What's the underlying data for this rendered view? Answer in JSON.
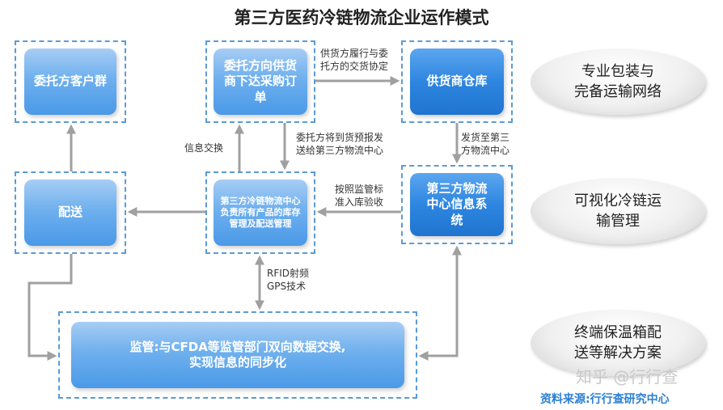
{
  "title": "第三方医药冷链物流企业运作模式",
  "boxes": {
    "client_group": "委托方客户群",
    "purchase_order": "委托方向供货商下达采购订单",
    "supplier_warehouse": "供货商仓库",
    "delivery": "配送",
    "inventory_mgmt": "第三方冷链物流中心负责所有产品的库存管理及配送管理",
    "info_system": "第三方物流中心信息系统",
    "supervision_line1": "监管:与CFDA等监管部门双向数据交换,",
    "supervision_line2": "实现信息的同步化"
  },
  "notes": {
    "supply_agreement_1": "供货方履行与委",
    "supply_agreement_2": "托方的交货协定",
    "info_exchange": "信息交换",
    "forecast_1": "委托方将到货预报发",
    "forecast_2": "送给第三方物流中心",
    "ship_to_1": "发货至第三",
    "ship_to_2": "方物流中心",
    "inspect_1": "按照监管标",
    "inspect_2": "准入库验收",
    "rfid": "RFID射频",
    "gps": "GPS技术"
  },
  "features": [
    {
      "line1": "专业包装与",
      "line2": "完备运输网络"
    },
    {
      "line1": "可视化冷链运",
      "line2": "输管理"
    },
    {
      "line1": "终端保温箱配",
      "line2": "送等解决方案"
    }
  ],
  "watermark": "知乎 @行行查",
  "source": "资料来源:行行查研究中心",
  "colors": {
    "frame": "#5b9bd5",
    "box_light": "#6fb0ee",
    "box_dark": "#2e86e0",
    "arrow": "#a0a0a0",
    "source_text": "#2a7fd4"
  }
}
